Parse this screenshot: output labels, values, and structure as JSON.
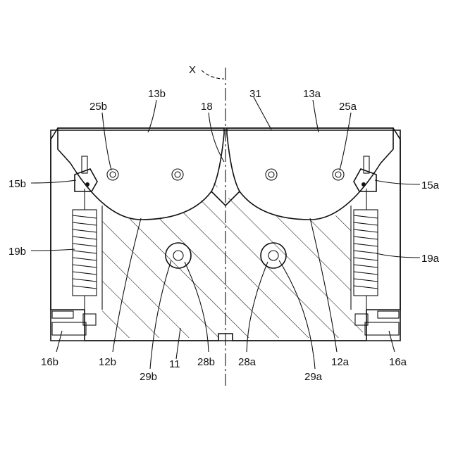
{
  "axis_label": "X",
  "labels": {
    "l13b": "13b",
    "l13a": "13a",
    "l31": "31",
    "l18": "18",
    "l25b": "25b",
    "l25a": "25a",
    "l15b": "15b",
    "l15a": "15a",
    "l19b": "19b",
    "l19a": "19a",
    "l16b": "16b",
    "l16a": "16a",
    "l12b": "12b",
    "l12a": "12a",
    "l11": "11",
    "l28b": "28b",
    "l28a": "28a",
    "l29b": "29b",
    "l29a": "29a"
  }
}
